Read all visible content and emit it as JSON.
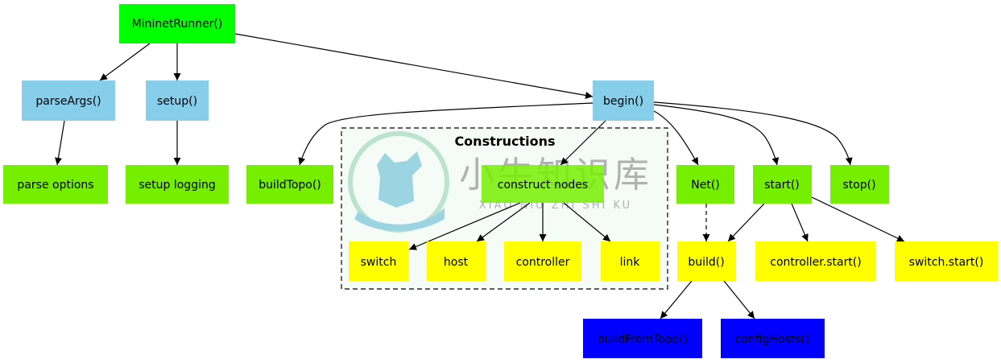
{
  "colors": {
    "green": "#00ff00",
    "light_green": "#76ee00",
    "sky_blue": "#87ceeb",
    "yellow": "#ffff00",
    "blue": "#0000ff",
    "cluster_bg": "#f5fbf7",
    "edge": "#000000"
  },
  "cluster": {
    "title": "Constructions"
  },
  "nodes": {
    "mininet_runner": "MininetRunner()",
    "parse_args": "parseArgs()",
    "setup": "setup()",
    "begin": "begin()",
    "parse_options": "parse options",
    "setup_logging": "setup logging",
    "build_topo": "buildTopo()",
    "construct_nodes": "construct nodes",
    "net": "Net()",
    "start": "start()",
    "stop": "stop()",
    "switch": "switch",
    "host": "host",
    "controller": "controller",
    "link": "link",
    "build": "build()",
    "controller_start": "controller.start()",
    "switch_start": "switch.start()",
    "build_from_topo": "buildFromTopo()",
    "config_hosts": "configHosts()"
  },
  "watermark": {
    "cn": "小牛知识库",
    "en": "XIAO NIU ZHI SHI KU"
  }
}
